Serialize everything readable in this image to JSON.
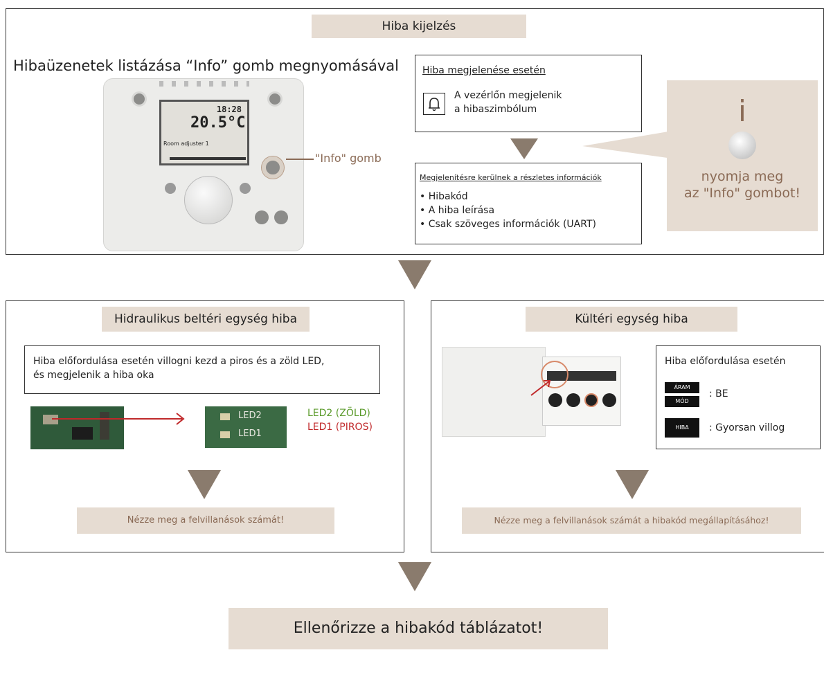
{
  "top": {
    "banner": "Hiba kijelzés",
    "heading": "Hibaüzenetek listázása “Info” gomb megnyomásával",
    "device": {
      "display_time": "18:28",
      "display_temp": "20.5°C",
      "display_text": "Room adjuster 1",
      "info_label": "\"Info\" gomb"
    },
    "appear_box": {
      "title": "Hiba megjelenése esetén",
      "line1": "A vezérlőn megjelenik",
      "line2": "a hibaszimbólum"
    },
    "details_box": {
      "title": "Megjelenítésre kerülnek a részletes információk",
      "items": [
        "Hibakód",
        "A hiba leírása",
        "Csak szöveges információk (UART)"
      ]
    },
    "callout": {
      "letter": "i",
      "line1": "nyomja meg",
      "line2": "az \"Info\" gombot!"
    }
  },
  "left": {
    "banner": "Hidraulikus beltéri egység hiba",
    "box_line1": "Hiba előfordulása esetén villogni kezd a piros és a zöld LED,",
    "box_line2": "és megjelenik a hiba oka",
    "pcb_led2": "LED2",
    "pcb_led1": "LED1",
    "led2": "LED2 (ZÖLD)",
    "led1": "LED1 (PIROS)",
    "note": "Nézze meg a felvillanások számát!"
  },
  "right": {
    "banner": "Kültéri egység hiba",
    "box_title": "Hiba előfordulása esetén",
    "btn_aram": "ÁRAM",
    "btn_mod": "MÓD",
    "state_on": ": BE",
    "btn_hiba": "HIBA",
    "state_blink": ": Gyorsan villog",
    "note": "Nézze meg a felvillanások számát a hibakód megállapításához!"
  },
  "final": "Ellenőrizze a hibakód táblázatot!",
  "colors": {
    "banner": "#e6dcd2",
    "arrow": "#8a7b6d",
    "green": "#5a9a2a",
    "red": "#c0282a",
    "callout_text": "#8a6a55"
  }
}
